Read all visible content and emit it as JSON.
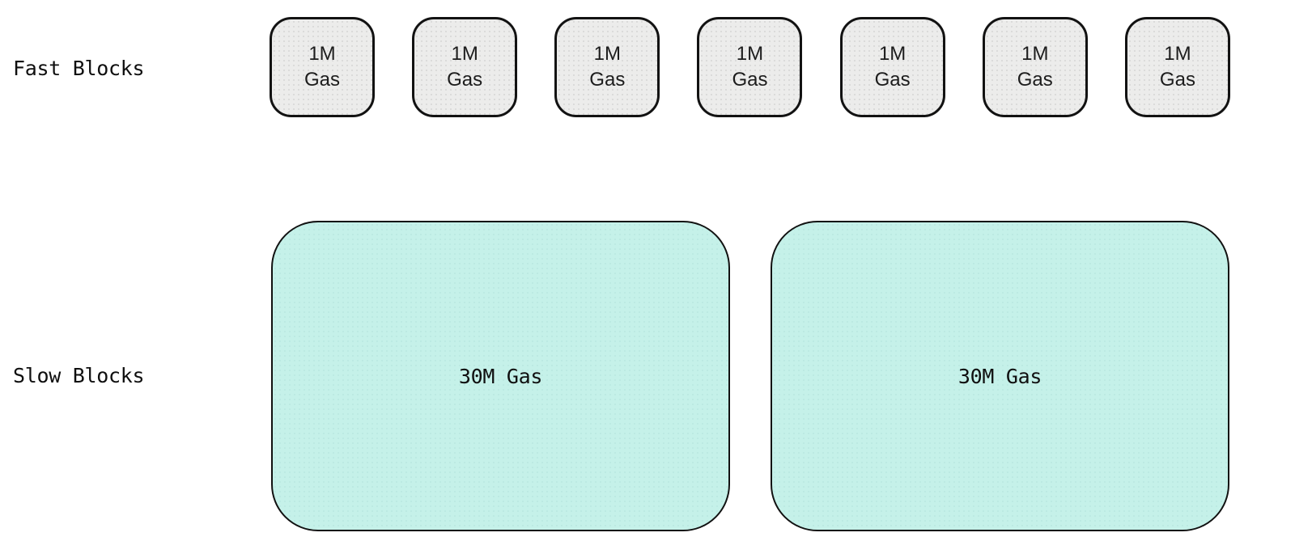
{
  "diagram": {
    "fast_row": {
      "label": "Fast Blocks",
      "blocks": [
        {
          "line1": "1M",
          "line2": "Gas"
        },
        {
          "line1": "1M",
          "line2": "Gas"
        },
        {
          "line1": "1M",
          "line2": "Gas"
        },
        {
          "line1": "1M",
          "line2": "Gas"
        },
        {
          "line1": "1M",
          "line2": "Gas"
        },
        {
          "line1": "1M",
          "line2": "Gas"
        },
        {
          "line1": "1M",
          "line2": "Gas"
        }
      ]
    },
    "slow_row": {
      "label": "Slow Blocks",
      "blocks": [
        {
          "label": "30M Gas"
        },
        {
          "label": "30M Gas"
        }
      ]
    },
    "colors": {
      "background": "#ffffff",
      "fast_block_fill": "#ececeb",
      "slow_block_fill": "#c5f1e9",
      "stroke": "#121212"
    }
  }
}
